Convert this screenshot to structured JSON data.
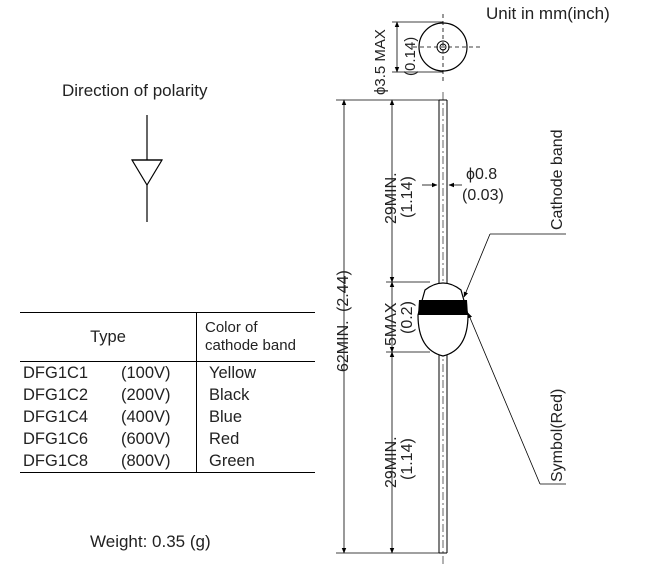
{
  "unit_label": "Unit in mm(inch)",
  "polarity": {
    "title": "Direction of polarity"
  },
  "table": {
    "header_type": "Type",
    "header_color_line1": "Color of",
    "header_color_line2": "cathode band",
    "rows": [
      {
        "type": "DFG1C1",
        "voltage": "(100V)",
        "color": "Yellow"
      },
      {
        "type": "DFG1C2",
        "voltage": "(200V)",
        "color": "Black"
      },
      {
        "type": "DFG1C4",
        "voltage": "(400V)",
        "color": "Blue"
      },
      {
        "type": "DFG1C6",
        "voltage": "(600V)",
        "color": "Red"
      },
      {
        "type": "DFG1C8",
        "voltage": "(800V)",
        "color": "Green"
      }
    ]
  },
  "weight_label": "Weight: 0.35 (g)",
  "dimensions": {
    "body_diameter_mm": "ϕ3.5 MAX",
    "body_diameter_in": "(0.14)",
    "overall_length_mm": "62MIN.",
    "overall_length_in": "(2.44)",
    "lead_top_mm": "29MIN.",
    "lead_top_in": "(1.14)",
    "body_length_mm": "5MAX",
    "body_length_in": "(0.2)",
    "lead_bottom_mm": "29MIN.",
    "lead_bottom_in": "(1.14)",
    "lead_diameter_mm": "ϕ0.8",
    "lead_diameter_in": "(0.03)"
  },
  "callouts": {
    "cathode_band": "Cathode band",
    "symbol": "Symbol(Red)"
  }
}
